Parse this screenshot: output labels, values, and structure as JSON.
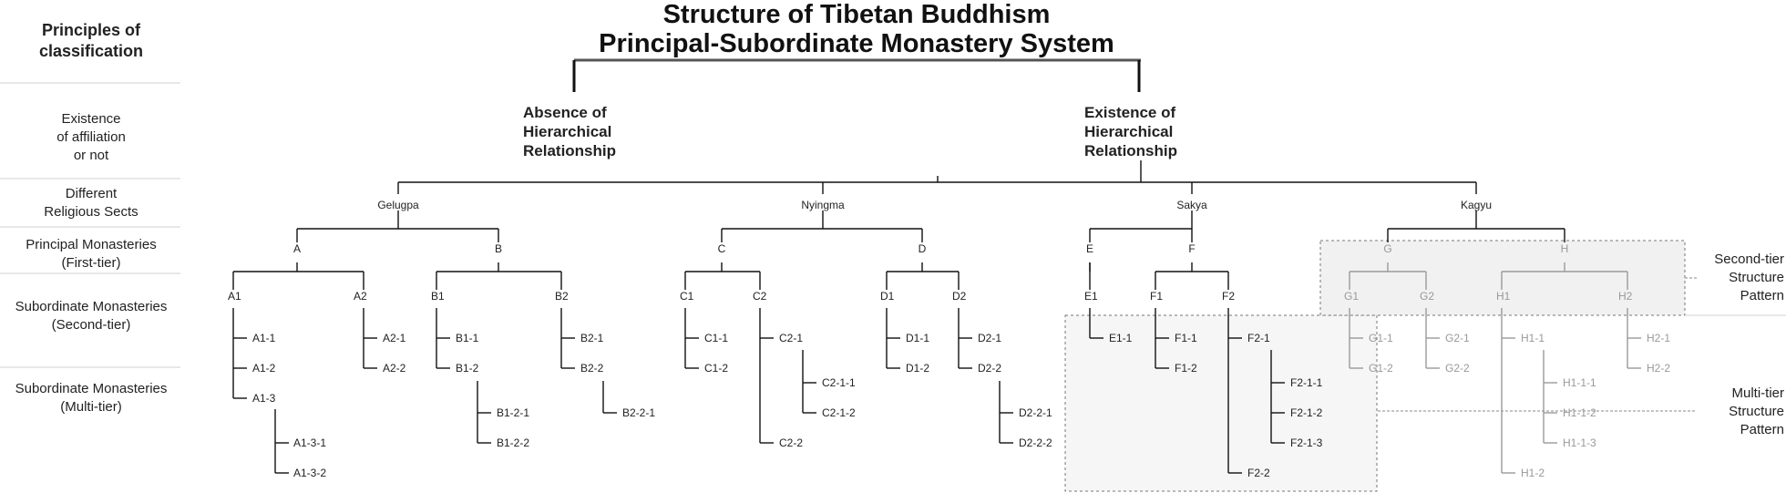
{
  "title": {
    "line1": "Structure of Tibetan Buddhism",
    "line2": "Principal-Subordinate Monastery System"
  },
  "left_column": {
    "header": [
      "Principles of",
      "classification"
    ],
    "rows": [
      [
        "Existence",
        "of affiliation",
        "or not"
      ],
      [
        "Different",
        "Religious Sects"
      ],
      [
        "Principal Monasteries",
        "(First-tier)"
      ],
      [
        "Subordinate Monasteries",
        "(Second-tier)"
      ],
      [
        "Subordinate Monasteries",
        "(Multi-tier)"
      ]
    ]
  },
  "categories": {
    "absence": [
      "Absence of",
      "Hierarchical",
      "Relationship"
    ],
    "existence": [
      "Existence of",
      "Hierarchical",
      "Relationship"
    ]
  },
  "sects": [
    "Gelugpa",
    "Nyingma",
    "Sakya",
    "Kagyu"
  ],
  "principal": [
    "A",
    "B",
    "C",
    "D",
    "E",
    "F",
    "G",
    "H"
  ],
  "second_tier": [
    "A1",
    "A2",
    "B1",
    "B2",
    "C1",
    "C2",
    "D1",
    "D2",
    "E1",
    "F1",
    "F2",
    "G1",
    "G2",
    "H1",
    "H2"
  ],
  "multi_tier": [
    "A1-1",
    "A1-2",
    "A1-3",
    "A1-3-1",
    "A1-3-2",
    "A2-1",
    "A2-2",
    "B1-1",
    "B1-2",
    "B1-2-1",
    "B1-2-2",
    "B2-1",
    "B2-2",
    "B2-2-1",
    "C1-1",
    "C1-2",
    "C2-1",
    "C2-1-1",
    "C2-1-2",
    "C2-2",
    "D1-1",
    "D1-2",
    "D2-1",
    "D2-2",
    "D2-2-1",
    "D2-2-2",
    "E1-1",
    "F1-1",
    "F1-2",
    "F2-1",
    "F2-1-1",
    "F2-1-2",
    "F2-1-3",
    "F2-2",
    "G1-1",
    "G1-2",
    "G2-1",
    "G2-2",
    "H1-1",
    "H1-1-1",
    "H1-1-2",
    "H1-1-3",
    "H1-2",
    "H2-1",
    "H2-2"
  ],
  "patterns": {
    "second_tier": [
      "Second-tier",
      "Structure",
      "Pattern"
    ],
    "multi_tier": [
      "Multi-tier",
      "Structure",
      "Pattern"
    ]
  },
  "colors": {
    "line": "#111111",
    "muted_line": "#9a9a9a",
    "box_fill": "#efefef",
    "box_border": "#777777"
  }
}
